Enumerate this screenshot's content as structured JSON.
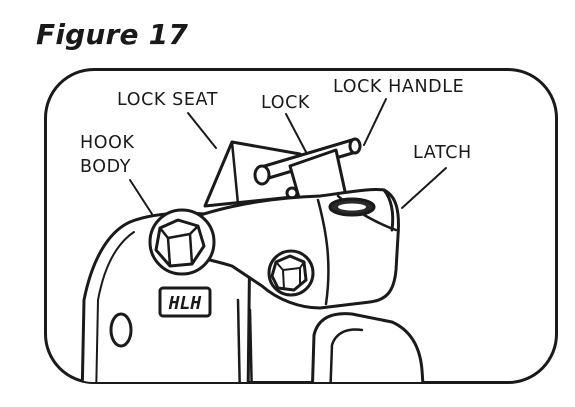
{
  "figure": {
    "title": "Figure 17"
  },
  "labels": {
    "lock_seat": "LOCK SEAT",
    "lock": "LOCK",
    "lock_handle": "LOCK HANDLE",
    "hook_line1": "HOOK",
    "hook_line2": "BODY",
    "latch": "LATCH",
    "embossed_logo": "HLH"
  },
  "colors": {
    "ink": "#1a1a1a",
    "fill": "#ffffff",
    "shade": "#2a2a2a"
  }
}
